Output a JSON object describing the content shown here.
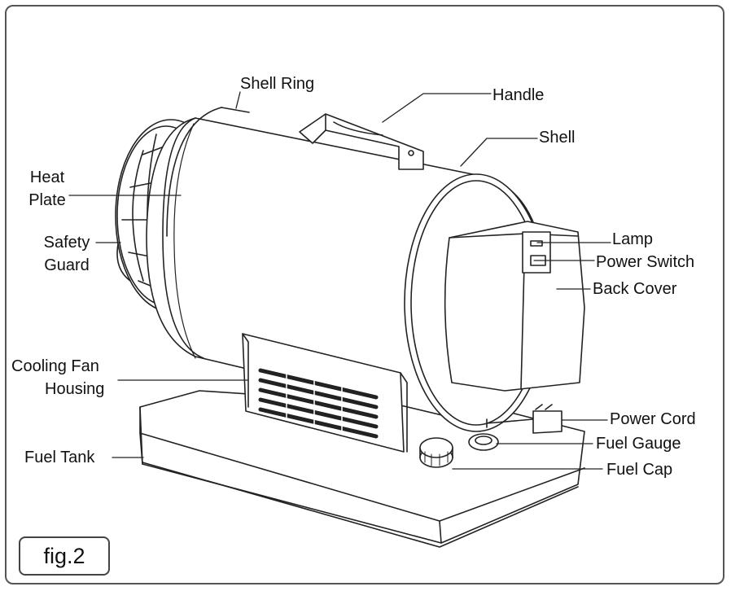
{
  "labels": {
    "shell_ring": "Shell Ring",
    "handle": "Handle",
    "shell": "Shell",
    "heat_plate_1": "Heat",
    "heat_plate_2": "Plate",
    "safety_guard_1": "Safety",
    "safety_guard_2": "Guard",
    "lamp": "Lamp",
    "power_switch": "Power Switch",
    "back_cover": "Back Cover",
    "cooling_fan_1": "Cooling Fan",
    "cooling_fan_2": "Housing",
    "power_cord": "Power Cord",
    "fuel_gauge": "Fuel Gauge",
    "fuel_tank": "Fuel Tank",
    "fuel_cap": "Fuel Cap"
  },
  "figure_label": "fig.2"
}
